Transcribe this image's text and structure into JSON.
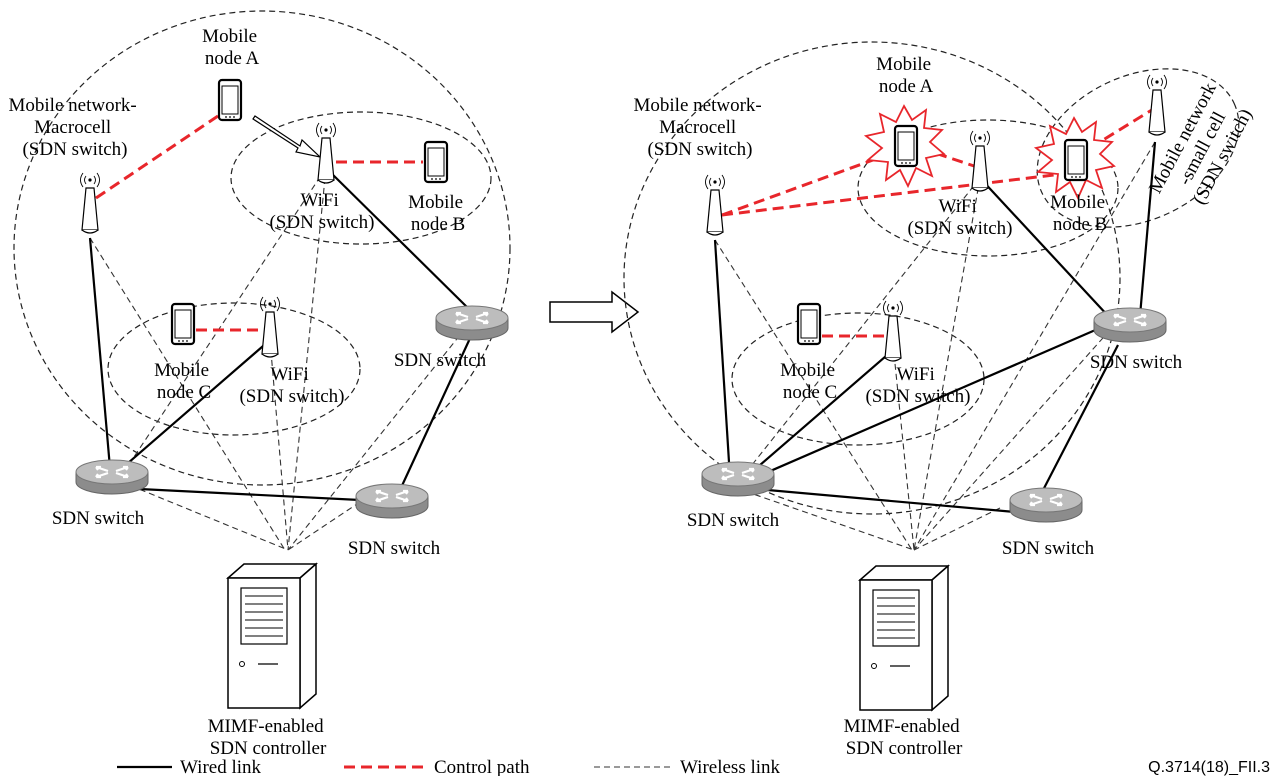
{
  "colors": {
    "wired": "#000000",
    "control_path": "#e8262b",
    "wireless": "#333333",
    "router_top": "#b8b8b8",
    "router_side": "#8c8c8c",
    "handover_burst": "#e8262b"
  },
  "left": {
    "macrocell": [
      "Mobile network-",
      "Macrocell",
      "(SDN switch)"
    ],
    "node_a": [
      "Mobile",
      "node A"
    ],
    "wifi_top": [
      "WiFi",
      "(SDN switch)"
    ],
    "node_b": [
      "Mobile",
      "node B"
    ],
    "node_c": [
      "Mobile",
      "node C"
    ],
    "wifi_bottom": [
      "WiFi",
      "(SDN switch)"
    ],
    "switch_right": "SDN switch",
    "switch_bottom_left": "SDN switch",
    "switch_bottom_right": "SDN switch",
    "controller": [
      "MIMF-enabled",
      "SDN controller"
    ]
  },
  "right": {
    "macrocell": [
      "Mobile network-",
      "Macrocell",
      "(SDN switch)"
    ],
    "node_a": [
      "Mobile",
      "node A"
    ],
    "wifi_top": [
      "WiFi",
      "(SDN switch)"
    ],
    "node_b": [
      "Mobile",
      "node B"
    ],
    "small_cell": [
      "Mobile network",
      "-small cell",
      "(SDN switch)"
    ],
    "node_c": [
      "Mobile",
      "node C"
    ],
    "wifi_bottom": [
      "WiFi",
      "(SDN switch)"
    ],
    "switch_right": "SDN switch",
    "switch_bottom_left": "SDN switch",
    "switch_bottom_right": "SDN switch",
    "controller": [
      "MIMF-enabled",
      "SDN controller"
    ]
  },
  "legend": {
    "wired": "Wired link",
    "control": "Control path",
    "wireless": "Wireless link"
  },
  "figure_id": "Q.3714(18)_FII.3"
}
